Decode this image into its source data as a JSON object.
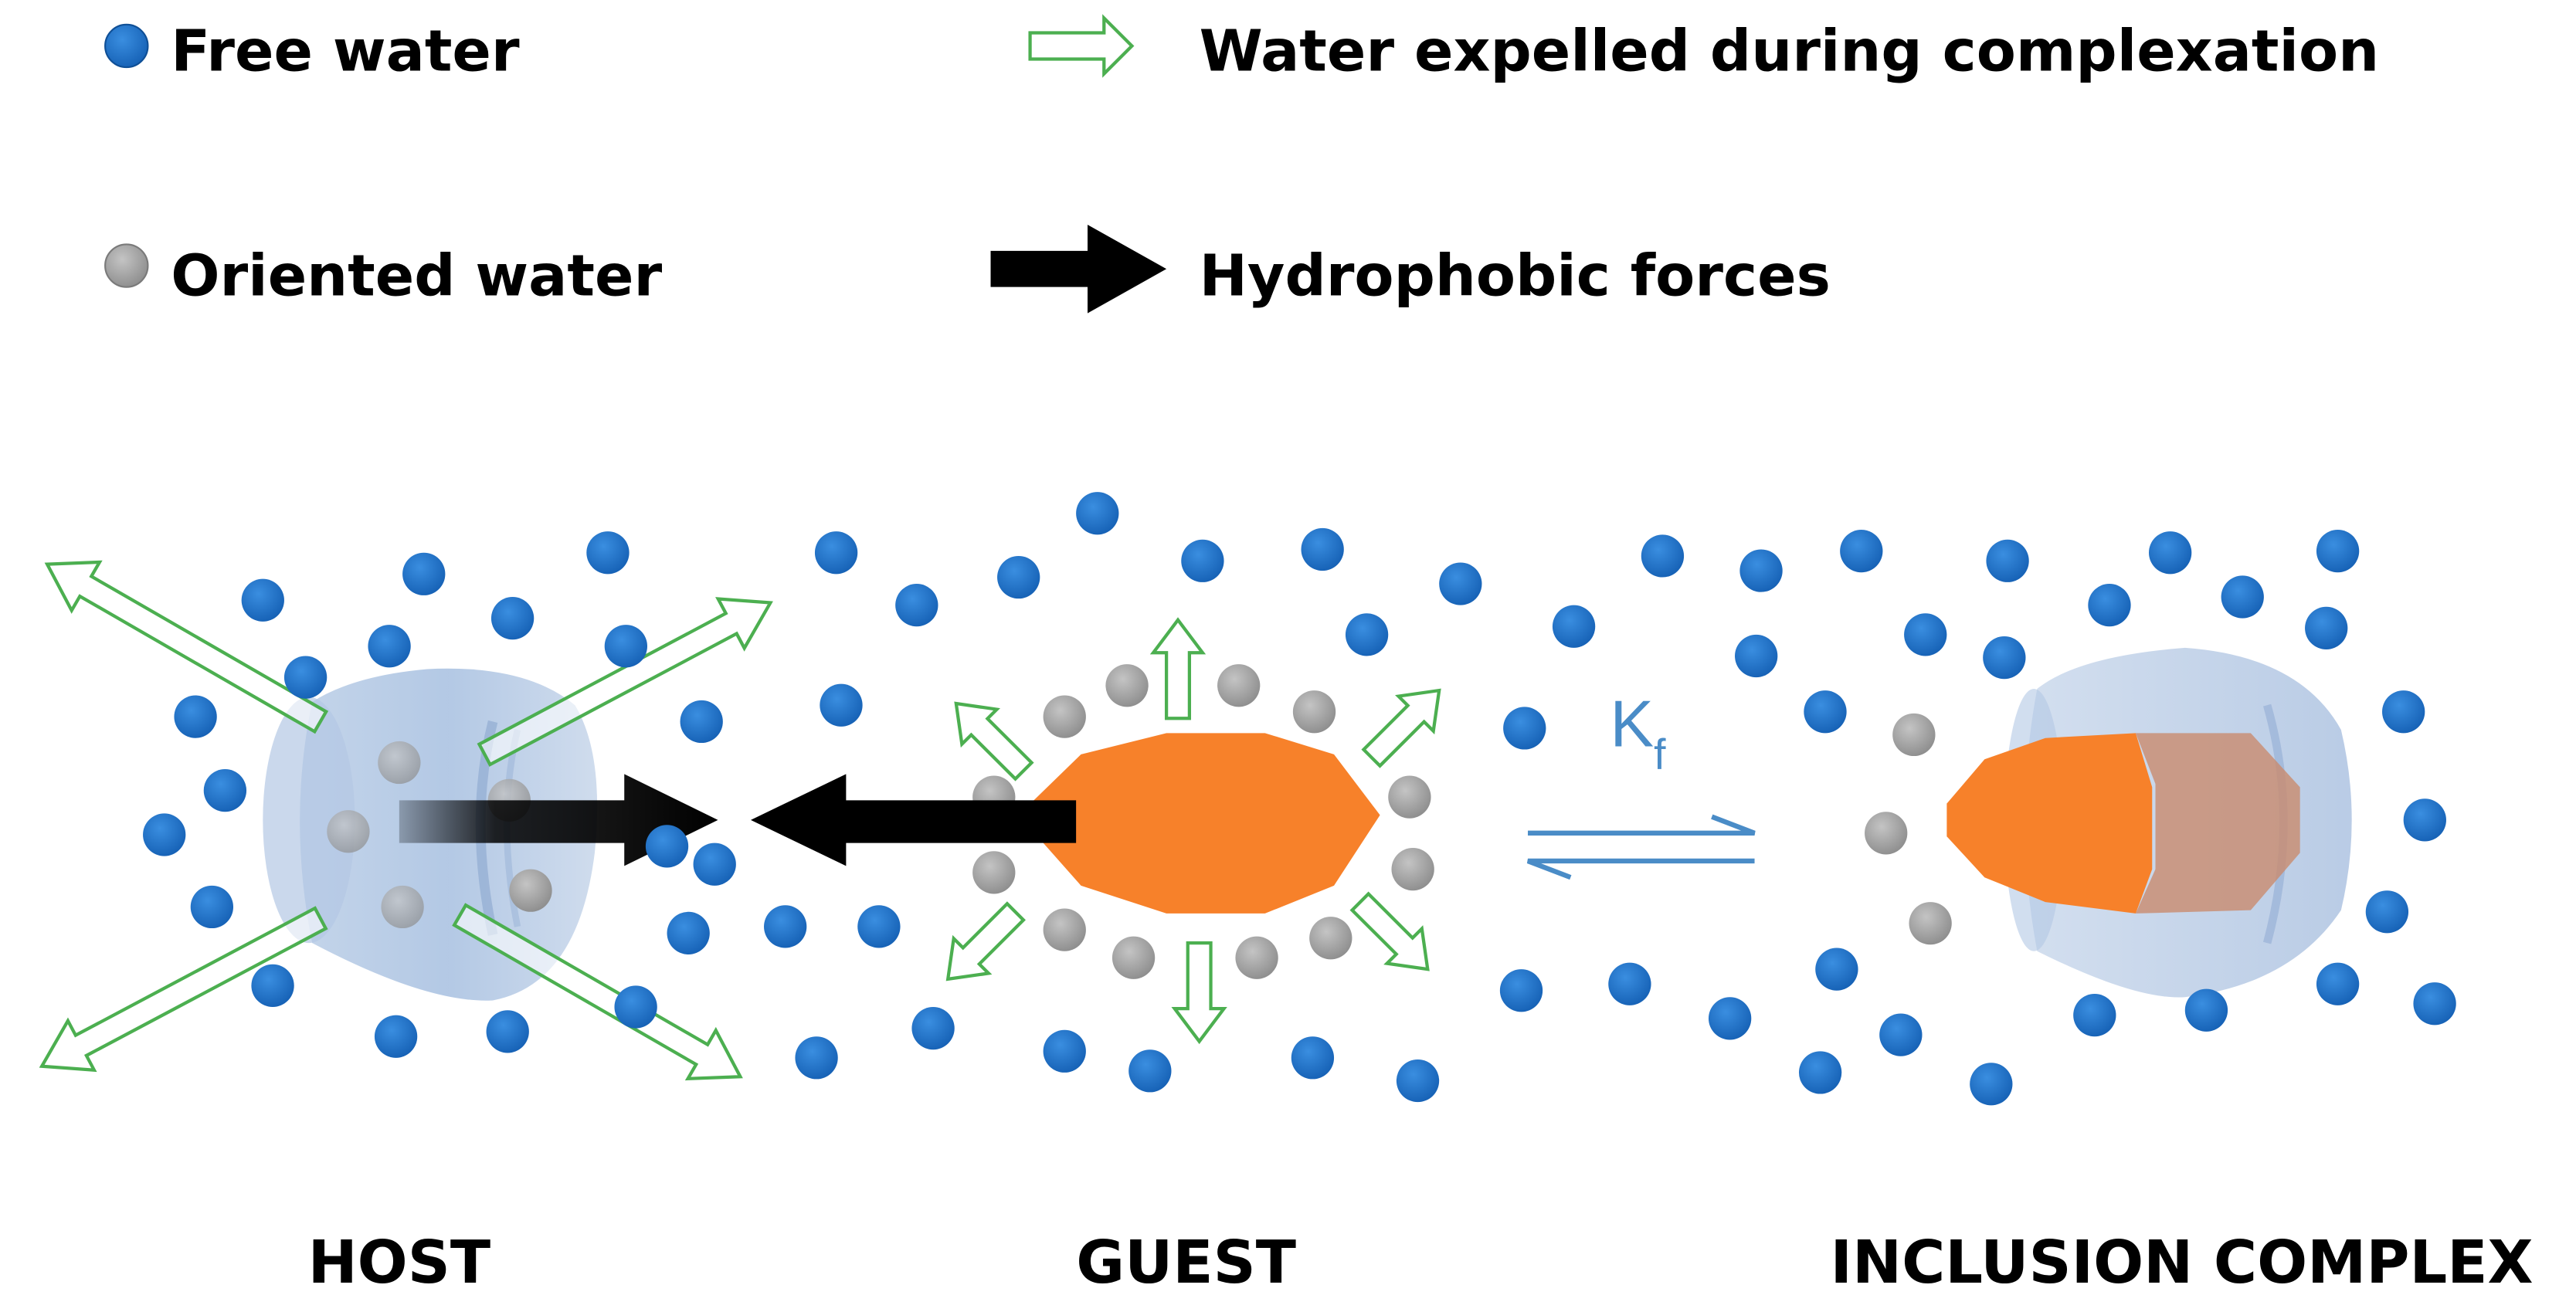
{
  "legend": {
    "free_water": "Free water",
    "oriented_water": "Oriented water",
    "water_expelled": "Water expelled during complexation",
    "hydrophobic_forces": "Hydrophobic forces"
  },
  "equilibrium": {
    "symbol": "K",
    "subscript": "f"
  },
  "labels": {
    "host": "HOST",
    "guest": "GUEST",
    "inclusion_complex": "INCLUSION COMPLEX"
  },
  "colors": {
    "free_water": "#1a6cc3",
    "oriented_water": "#a0a0a0",
    "expelled_arrow": "#4caf50",
    "hydrophobic_arrow": "#000000",
    "guest": "#f7812a",
    "host": "#a9c0df",
    "equilibrium_arrows": "#4a8cc7"
  },
  "icons": {
    "free_water": "blue-dot-icon",
    "oriented_water": "gray-dot-icon",
    "expelled": "hollow-green-arrow-icon",
    "hydrophobic": "black-arrow-icon"
  }
}
